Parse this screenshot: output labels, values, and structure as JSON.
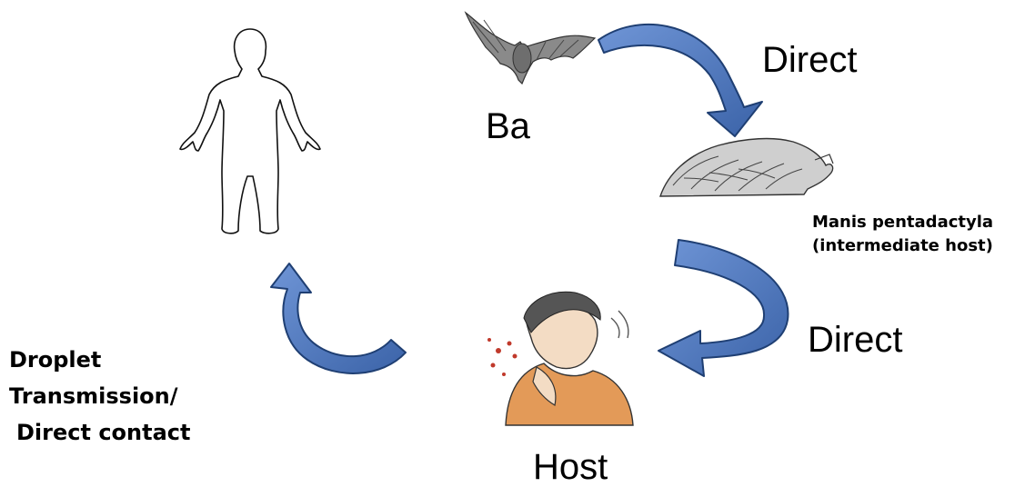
{
  "labels": {
    "bat": "Ba",
    "direct_top": "Direct",
    "pangolin_name": "Manis pentadactyla",
    "pangolin_role": "(intermediate host)",
    "direct_bottom": "Direct",
    "host": "Host",
    "transmission_line1": "Droplet",
    "transmission_line2": "Transmission/",
    "transmission_line3": "Direct contact"
  },
  "colors": {
    "arrow_fill": "#4a74b8",
    "arrow_stroke": "#1f3f73",
    "outline": "#111111"
  },
  "icons": [
    "human-outline-icon",
    "bat-illustration-icon",
    "pangolin-illustration-icon",
    "coughing-person-illustration-icon"
  ]
}
